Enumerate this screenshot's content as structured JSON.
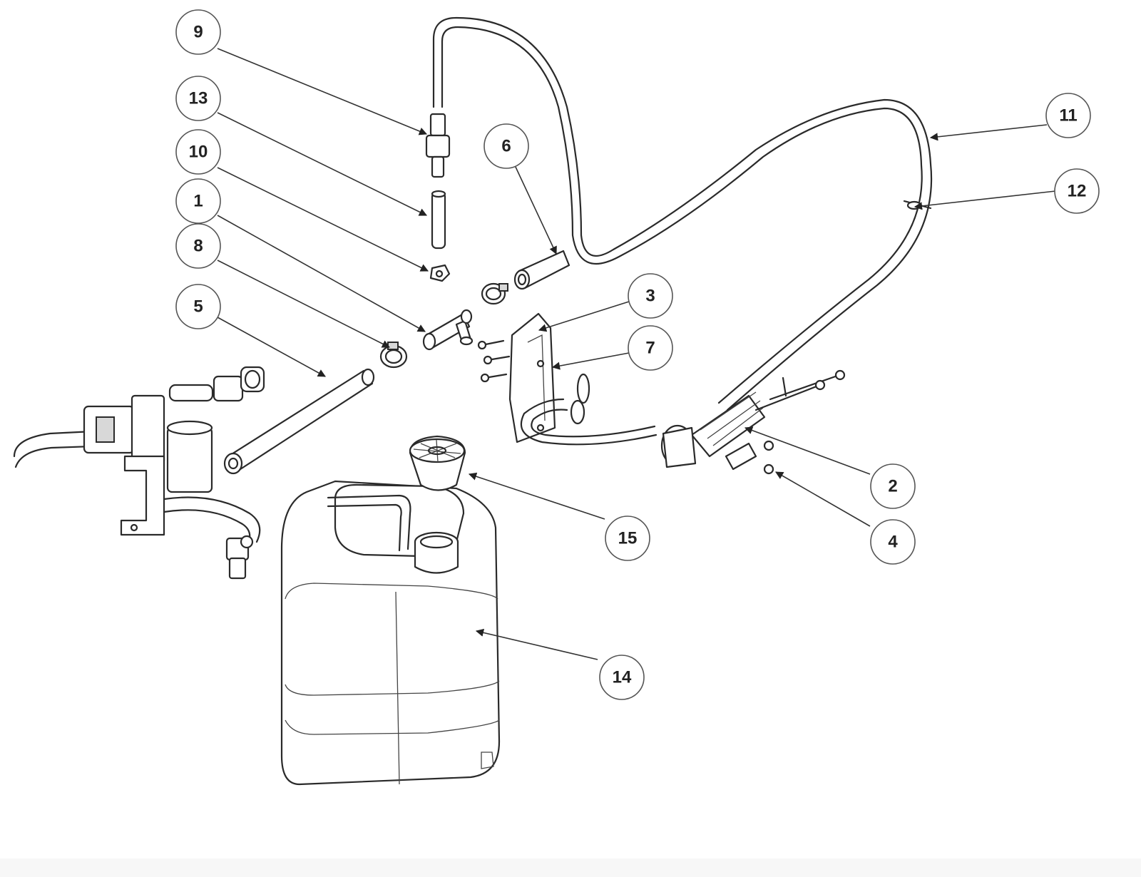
{
  "callouts": [
    {
      "id": "9",
      "label": "9"
    },
    {
      "id": "13",
      "label": "13"
    },
    {
      "id": "10",
      "label": "10"
    },
    {
      "id": "1",
      "label": "1"
    },
    {
      "id": "8",
      "label": "8"
    },
    {
      "id": "5",
      "label": "5"
    },
    {
      "id": "6",
      "label": "6"
    },
    {
      "id": "3",
      "label": "3"
    },
    {
      "id": "7",
      "label": "7"
    },
    {
      "id": "11",
      "label": "11"
    },
    {
      "id": "12",
      "label": "12"
    },
    {
      "id": "2",
      "label": "2"
    },
    {
      "id": "4",
      "label": "4"
    },
    {
      "id": "15",
      "label": "15"
    },
    {
      "id": "14",
      "label": "14"
    }
  ]
}
